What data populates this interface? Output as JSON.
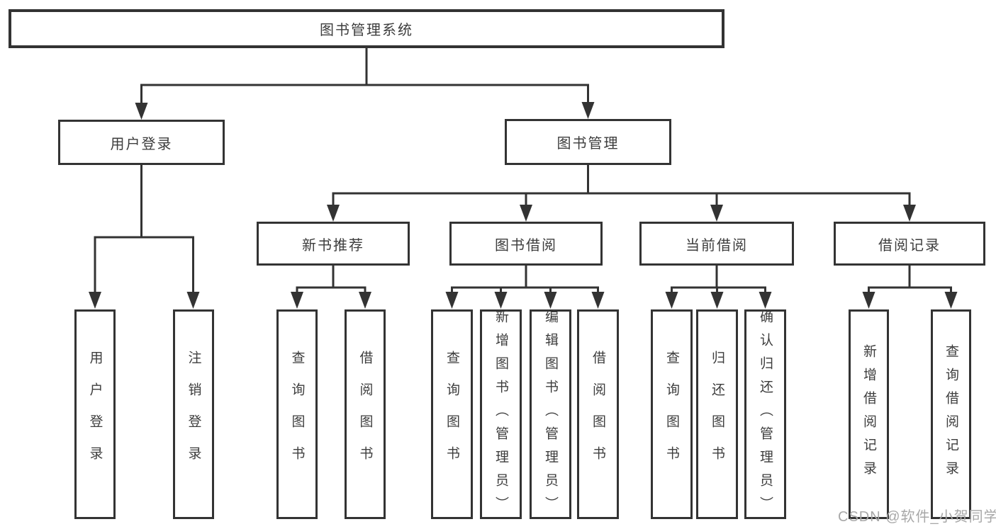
{
  "tree": {
    "root": {
      "label": "图书管理系统"
    },
    "branches": [
      {
        "label": "用户登录",
        "children": [
          {
            "label": "用户登录"
          },
          {
            "label": "注销登录"
          }
        ]
      },
      {
        "label": "图书管理",
        "sections": [
          {
            "label": "新书推荐",
            "children": [
              {
                "label": "查询图书"
              },
              {
                "label": "借阅图书"
              }
            ]
          },
          {
            "label": "图书借阅",
            "children": [
              {
                "label": "查询图书"
              },
              {
                "label": "新增图书（管理员）"
              },
              {
                "label": "编辑图书（管理员）"
              },
              {
                "label": "借阅图书"
              }
            ]
          },
          {
            "label": "当前借阅",
            "children": [
              {
                "label": "查询图书"
              },
              {
                "label": "归还图书"
              },
              {
                "label": "确认归还（管理员）"
              }
            ]
          },
          {
            "label": "借阅记录",
            "children": [
              {
                "label": "新增借阅记录"
              },
              {
                "label": "查询借阅记录"
              }
            ]
          }
        ]
      }
    ]
  },
  "watermark": "CSDN @软件_小贺同学",
  "colors": {
    "line": "#333333",
    "text": "#3d3d3d",
    "background": "#ffffff",
    "watermark": "#a8a8a8"
  }
}
